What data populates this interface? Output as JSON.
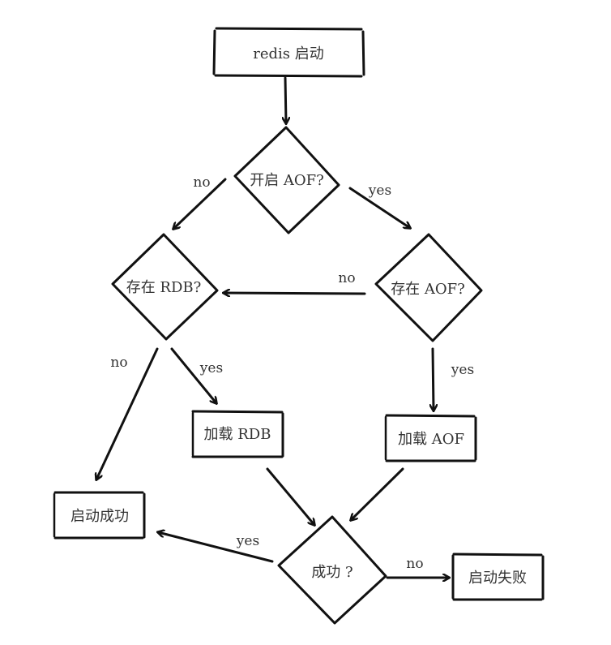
{
  "diagram": {
    "nodes": {
      "start": "redis 启动",
      "aof_enabled": "开启 AOF?",
      "rdb_exists": "存在 RDB?",
      "aof_exists": "存在 AOF?",
      "load_rdb": "加载 RDB",
      "load_aof": "加载 AOF",
      "startup_success": "启动成功",
      "success_check": "成功 ?",
      "startup_failed": "启动失败"
    },
    "edges": {
      "aof_enabled_no": "no",
      "aof_enabled_yes": "yes",
      "aof_exists_no": "no",
      "aof_exists_yes": "yes",
      "rdb_exists_no": "no",
      "rdb_exists_yes": "yes",
      "success_yes": "yes",
      "success_no": "no"
    }
  }
}
